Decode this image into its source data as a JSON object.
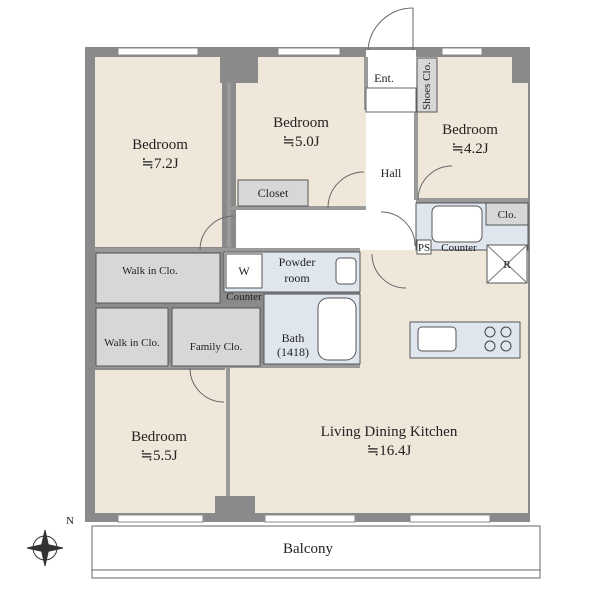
{
  "rooms": {
    "bedroom_1": {
      "name": "Bedroom",
      "area": "≒7.2J"
    },
    "bedroom_2": {
      "name": "Bedroom",
      "area": "≒5.0J"
    },
    "bedroom_3": {
      "name": "Bedroom",
      "area": "≒4.2J"
    },
    "bedroom_4": {
      "name": "Bedroom",
      "area": "≒5.5J"
    },
    "ldk": {
      "name": "Living Dining Kitchen",
      "area": "≒16.4J"
    }
  },
  "labels": {
    "entrance": "Ent.",
    "shoes_closet": "Shoes Clo.",
    "hall": "Hall",
    "closet": "Closet",
    "closet_small": "Clo.",
    "ps": "PS",
    "counter_bath": "Counter",
    "counter_powder": "Counter",
    "powder_room_1": "Powder",
    "powder_room_2": "room",
    "washer": "W",
    "walk_in_1": "Walk in Clo.",
    "walk_in_2": "Walk in Clo.",
    "family_closet": "Family Clo.",
    "bath": "Bath",
    "bath_size": "(1418)",
    "refrigerator": "R",
    "balcony": "Balcony",
    "north": "N"
  },
  "colors": {
    "wall": "#8a8a8a",
    "floor_wood": "#efe7da",
    "floor_wet": "#dfe6ee",
    "closet_fill": "#d7d7d7",
    "closet_stroke": "#555555"
  }
}
